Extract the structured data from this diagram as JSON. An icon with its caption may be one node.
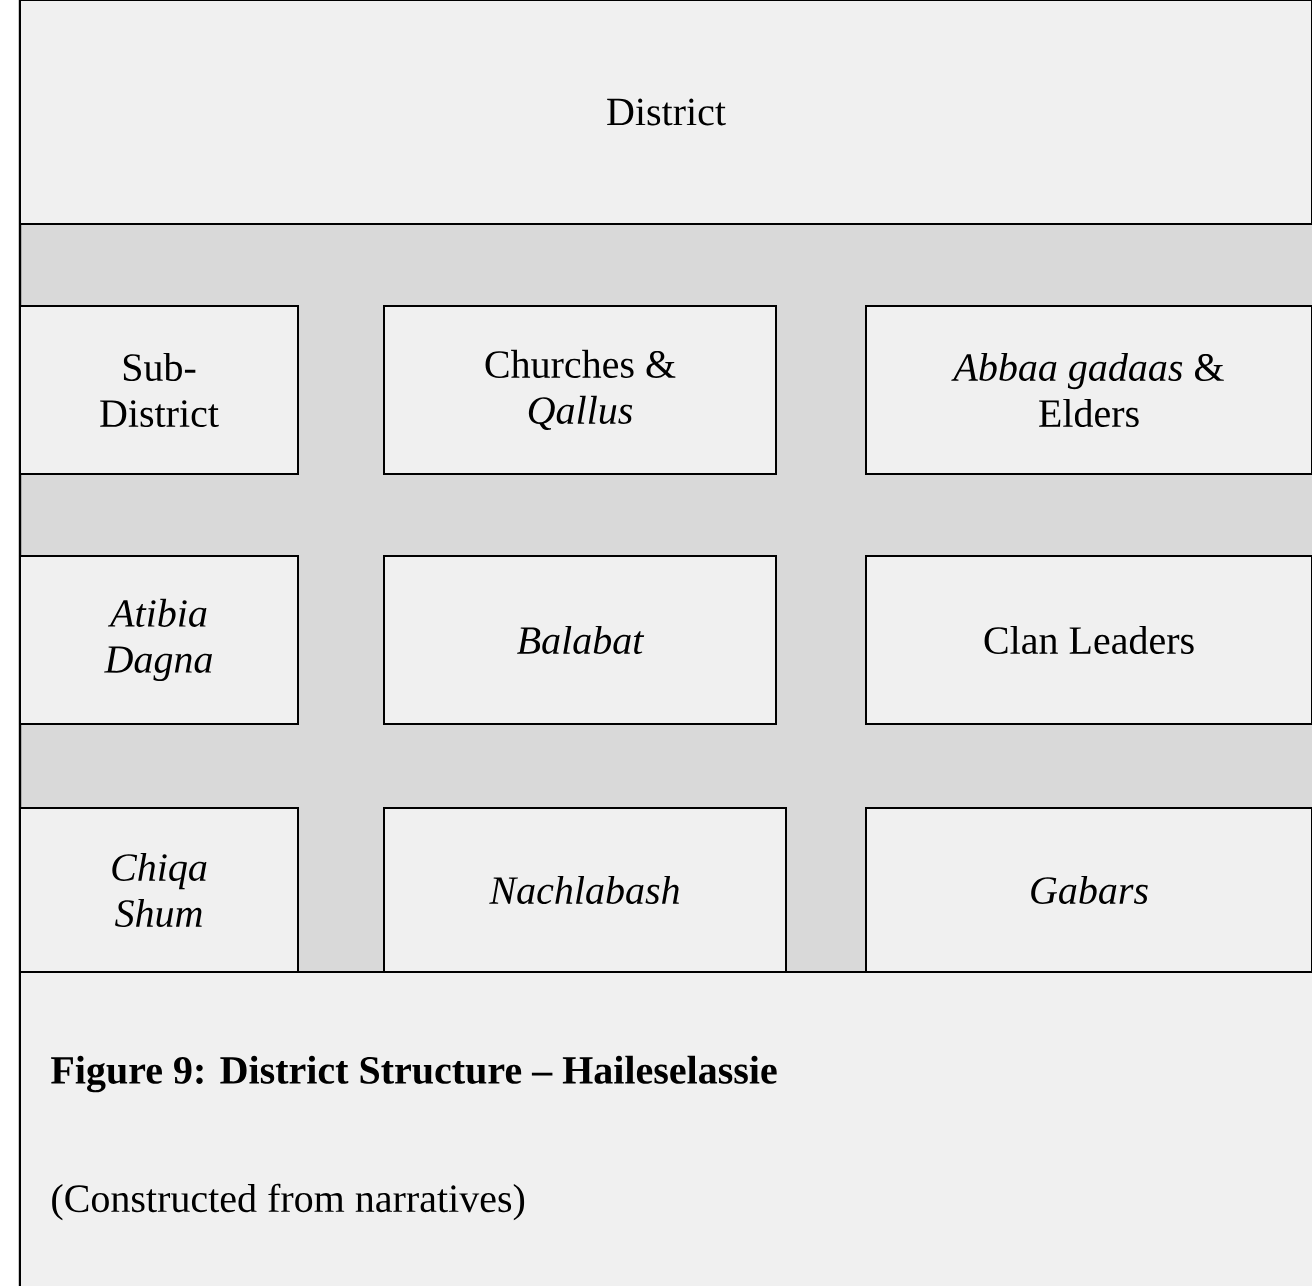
{
  "diagram": {
    "caption": "Figure 9: District Structure – Haileselassie",
    "nodes": [
      {
        "text": [
          "District"
        ]
      },
      {
        "text": [
          "Sub-District"
        ]
      },
      {
        "text": [
          "Churches & *Qallus*"
        ]
      },
      {
        "text": [
          "*Abbaa gadaas* & Elders"
        ]
      },
      {
        "text": [
          "Atibia Dagna"
        ]
      },
      {
        "text": [
          "Balabat"
        ]
      },
      {
        "text": [
          "Clan Leaders"
        ]
      },
      {
        "text": [
          "Chiqa Shum"
        ]
      },
      {
        "text": [
          "Nachlabash"
        ]
      },
      {
        "text": [
          "Gabars"
        ]
      }
    ],
    "labels": [
      "(Constructed from narratives)"
    ]
  }
}
